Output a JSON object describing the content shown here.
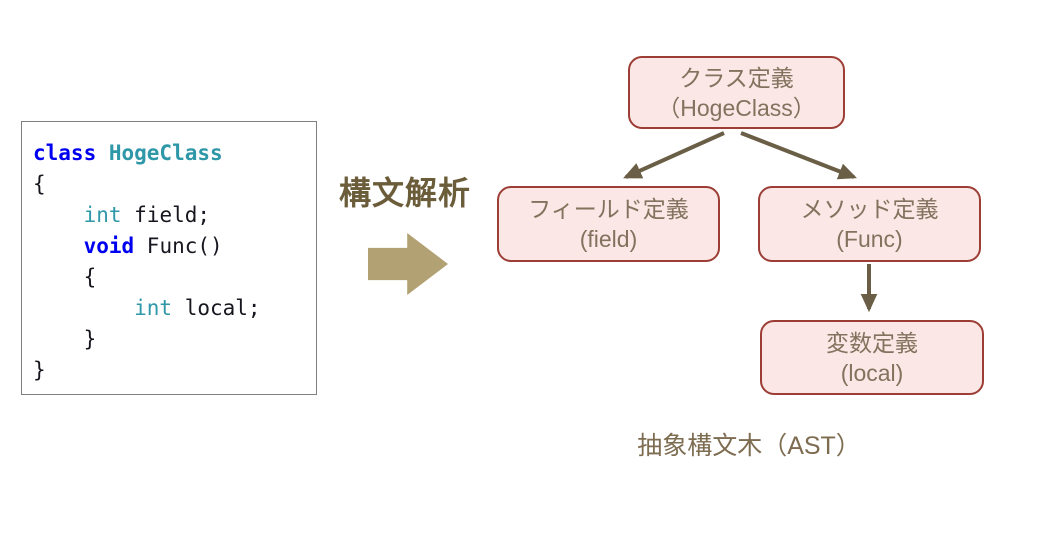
{
  "code_panel": {
    "language": "csharp",
    "lines": [
      {
        "kw": "class",
        "cls": " HogeClass"
      },
      {
        "pl": "{"
      },
      {
        "ty": "    int",
        "pl": " field;"
      },
      {
        "kw": "    void",
        "pl": " Func()"
      },
      {
        "pl": "    {"
      },
      {
        "ty": "        int",
        "pl": " local;"
      },
      {
        "pl": "    }"
      },
      {
        "pl": "}"
      }
    ]
  },
  "transform": {
    "label": "構文解析"
  },
  "tree": {
    "nodes": {
      "class": {
        "title": "クラス定義",
        "subtitle": "（HogeClass）"
      },
      "field": {
        "title": "フィールド定義",
        "subtitle": "(field)"
      },
      "method": {
        "title": "メソッド定義",
        "subtitle": "(Func)"
      },
      "local": {
        "title": "変数定義",
        "subtitle": "(local)"
      }
    },
    "edges": [
      {
        "from": "class",
        "to": "field"
      },
      {
        "from": "class",
        "to": "method"
      },
      {
        "from": "method",
        "to": "local"
      }
    ],
    "caption": "抽象構文木（AST）"
  },
  "colors": {
    "keyword": "#0000f0",
    "type_name": "#2e97a8",
    "code_text": "#16161f",
    "code_border": "#7f7f7f",
    "node_fill": "#fbe7e5",
    "node_border": "#9c3e35",
    "node_text": "#83725e",
    "edge_arrow": "#6a5f46",
    "block_arrow": "#b2a173",
    "transform_label": "#6b5d3a",
    "caption_text": "#7d6c50"
  }
}
